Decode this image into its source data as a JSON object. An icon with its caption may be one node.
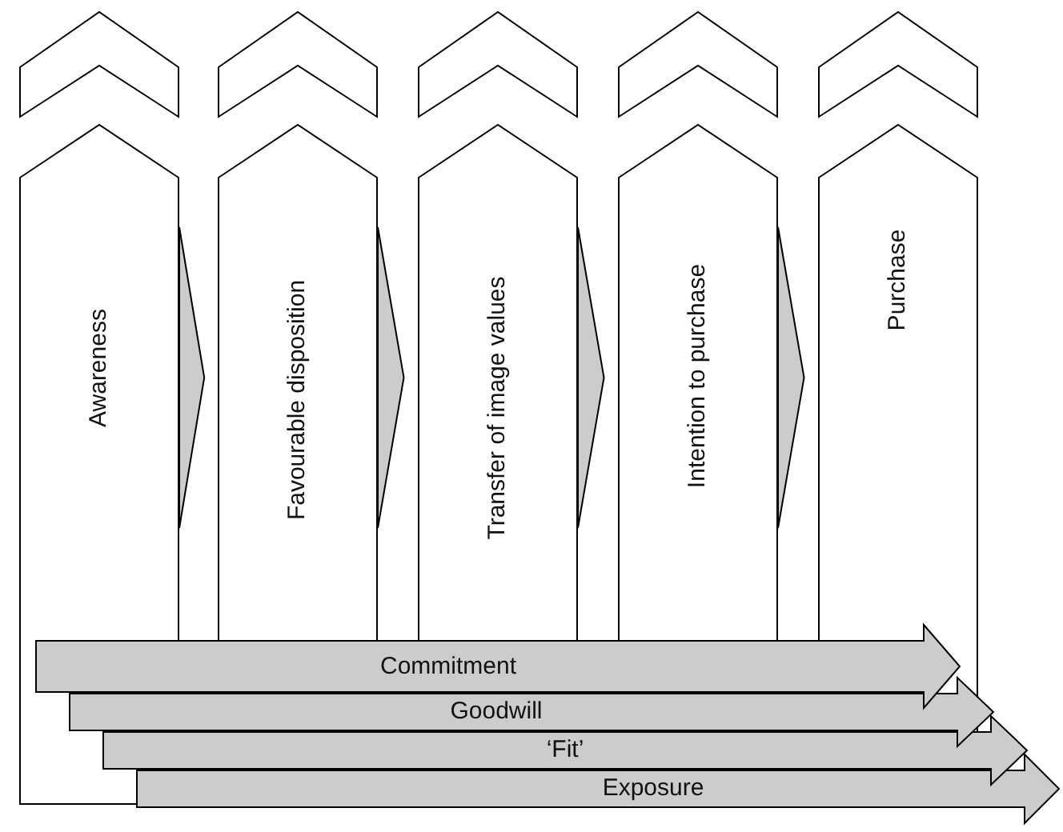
{
  "diagram": {
    "nodes": [
      {
        "text": [
          "Awareness"
        ]
      },
      {
        "text": [
          "Favourable disposition"
        ]
      },
      {
        "text": [
          "Transfer of image values"
        ]
      },
      {
        "text": [
          "Intention to purchase"
        ]
      },
      {
        "text": [
          "Purchase"
        ]
      },
      {
        "text": [
          "Commitment"
        ]
      },
      {
        "text": [
          "Goodwill"
        ]
      },
      {
        "text": [
          "‘Fit’"
        ]
      },
      {
        "text": [
          "Exposure"
        ]
      }
    ],
    "edges": [
      {
        "from": 0,
        "to": 1,
        "arrow": "to"
      },
      {
        "from": 1,
        "to": 2,
        "arrow": "to"
      },
      {
        "from": 2,
        "to": 3,
        "arrow": "to"
      },
      {
        "from": 3,
        "to": 4,
        "arrow": "to"
      }
    ]
  }
}
